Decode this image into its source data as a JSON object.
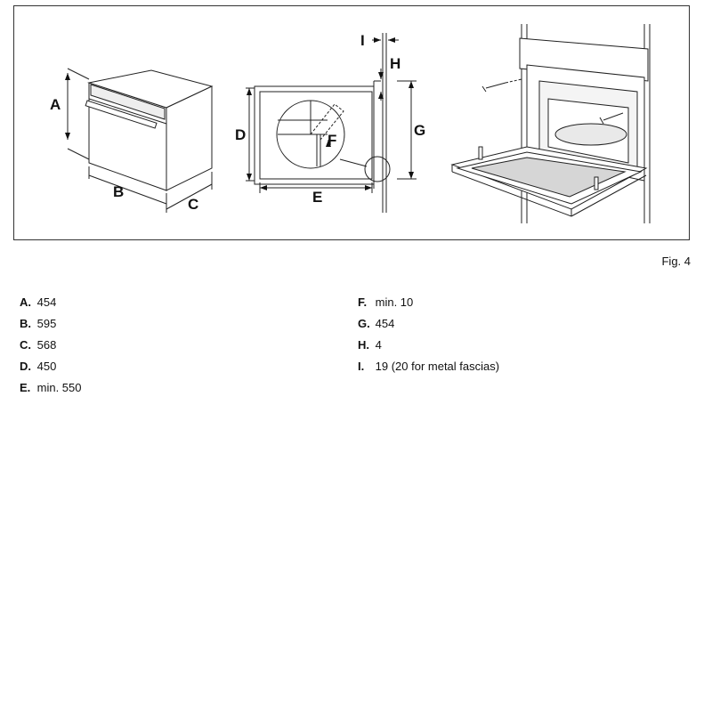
{
  "figure": {
    "caption": "Fig. 4",
    "labels": {
      "A": "A",
      "B": "B",
      "C": "C",
      "D": "D",
      "E": "E",
      "F": "F",
      "G": "G",
      "H": "H",
      "I": "I"
    }
  },
  "legend": {
    "left": [
      {
        "key": "A.",
        "value": "454"
      },
      {
        "key": "B.",
        "value": "595"
      },
      {
        "key": "C.",
        "value": "568"
      },
      {
        "key": "D.",
        "value": "450"
      },
      {
        "key": "E.",
        "value": "min. 550"
      }
    ],
    "right": [
      {
        "key": "F.",
        "value": "min. 10"
      },
      {
        "key": "G.",
        "value": "454"
      },
      {
        "key": "H.",
        "value": "4"
      },
      {
        "key": "I.",
        "value": "19 (20 for metal fascias)"
      }
    ]
  }
}
